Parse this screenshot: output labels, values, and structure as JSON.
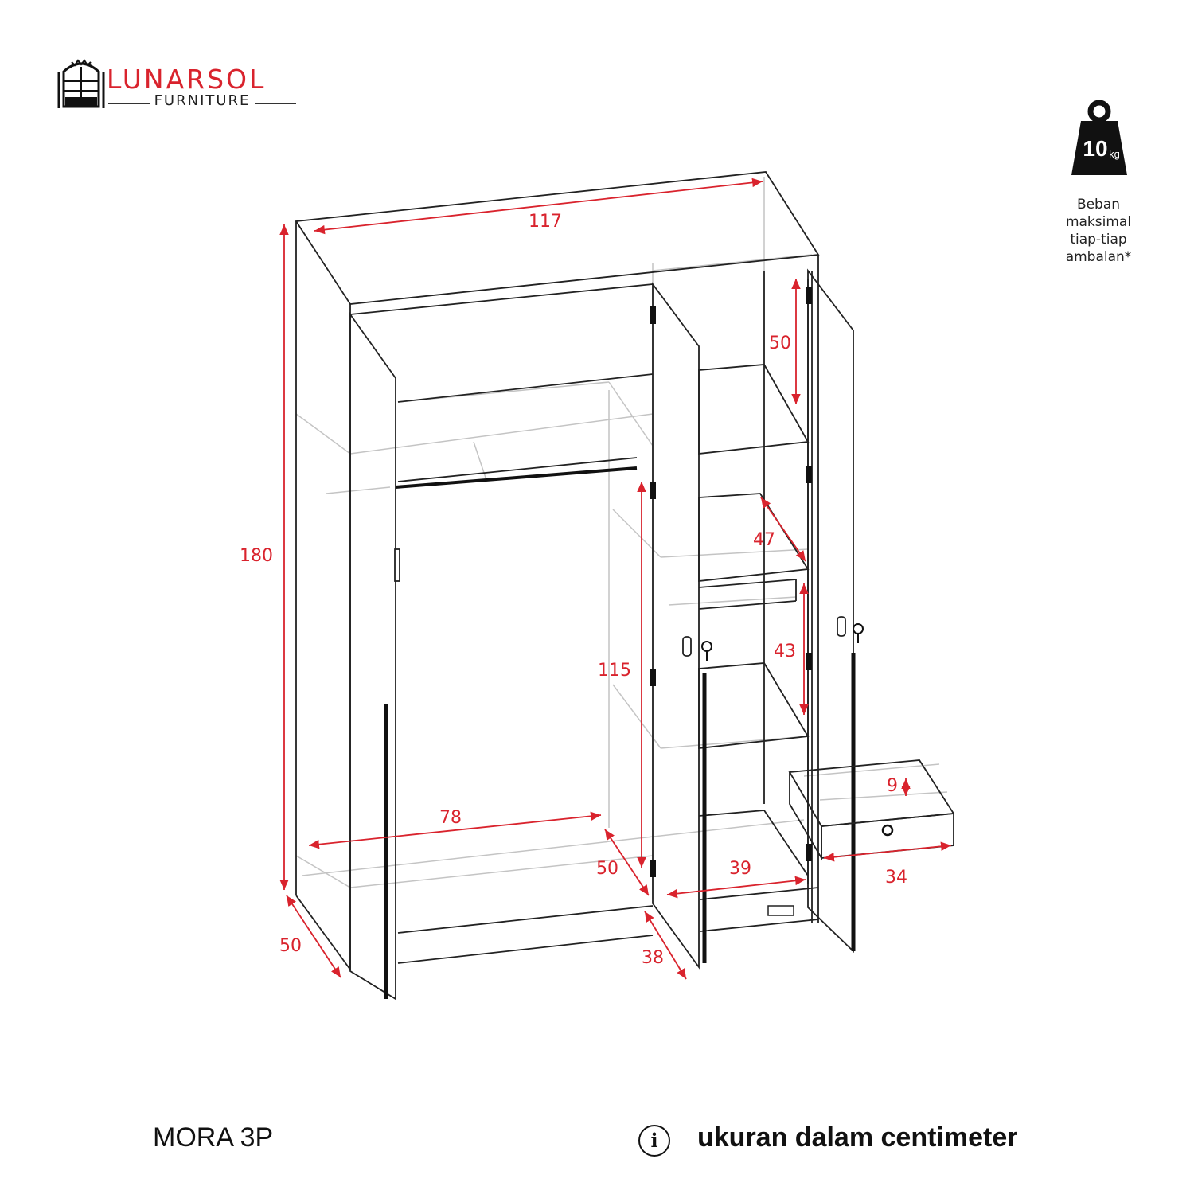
{
  "brand": {
    "name": "LUNARSOL",
    "subtitle": "FURNITURE",
    "accent_color": "#d9232d"
  },
  "load_badge": {
    "value": "10",
    "unit": "kg",
    "caption_lines": [
      "Beban",
      "maksimal",
      "tiap-tiap",
      "ambalan*"
    ]
  },
  "dimensions": {
    "total_width": "117",
    "total_height": "180",
    "total_depth": "50",
    "top_shelf_height": "50",
    "shelf_depth": "47",
    "middle_shelf_height": "43",
    "drawer_height": "9",
    "drawer_width": "34",
    "right_inner_width": "39",
    "hanging_width": "78",
    "hanging_height": "115",
    "hanging_depth": "50",
    "door_depth": "38"
  },
  "footer": {
    "product_name": "MORA 3P",
    "info_icon": "i",
    "unit_note": "ukuran dalam centimeter"
  },
  "colors": {
    "dimension": "#d9232d",
    "line": "#222222",
    "ghost_line": "#b8b8b8"
  }
}
